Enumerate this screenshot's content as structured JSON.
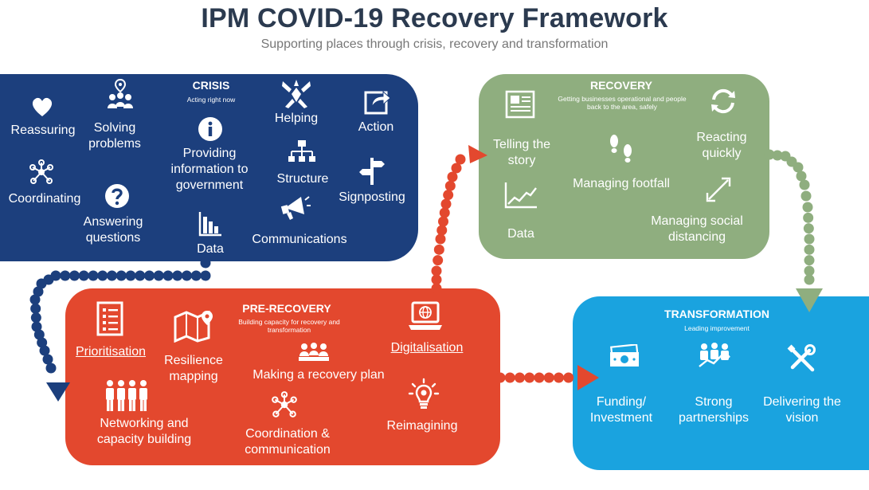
{
  "title": "IPM COVID-19 Recovery Framework",
  "subtitle": "Supporting places through crisis, recovery and transformation",
  "colors": {
    "crisis": "#1c3f7d",
    "pre_recovery": "#e3482e",
    "recovery": "#8fae7f",
    "transformation": "#1aa3df"
  },
  "crisis": {
    "heading": "CRISIS",
    "subheading": "Acting right now",
    "items": {
      "reassuring": "Reassuring",
      "solving": "Solving problems",
      "providing": "Providing information to government",
      "helping": "Helping",
      "action": "Action",
      "coordinating": "Coordinating",
      "answering": "Answering questions",
      "structure": "Structure",
      "signposting": "Signposting",
      "communications": "Communications",
      "data": "Data"
    },
    "icons": [
      "heart-icon",
      "people-pin-icon",
      "info-icon",
      "helping-hands-icon",
      "share-arrow-icon",
      "network-icon",
      "question-icon",
      "org-chart-icon",
      "signpost-icon",
      "megaphone-icon",
      "bar-chart-icon"
    ]
  },
  "pre_recovery": {
    "heading": "PRE-RECOVERY",
    "subheading": "Building capacity for recovery and transformation",
    "items": {
      "prioritisation": "Prioritisation",
      "resilience": "Resilience mapping",
      "making_plan": "Making a recovery plan",
      "digitalisation": "Digitalisation",
      "networking": "Networking and capacity building",
      "coordination": "Coordination & communication",
      "reimagining": "Reimagining"
    },
    "icons": [
      "checklist-icon",
      "map-icon",
      "meeting-icon",
      "laptop-globe-icon",
      "people-group-icon",
      "network-icon",
      "lightbulb-icon"
    ]
  },
  "recovery": {
    "heading": "RECOVERY",
    "subheading": "Getting businesses operational and people back to the area, safely",
    "items": {
      "telling": "Telling the story",
      "managing_footfall": "Managing footfall",
      "reacting": "Reacting quickly",
      "data": "Data",
      "distancing": "Managing social distancing"
    },
    "icons": [
      "newspaper-icon",
      "footprints-icon",
      "refresh-icon",
      "line-chart-icon",
      "diagonal-arrows-icon"
    ]
  },
  "transformation": {
    "heading": "TRANSFORMATION",
    "subheading": "Leading improvement",
    "items": {
      "funding": "Funding/ Investment",
      "partnerships": "Strong partnerships",
      "delivering": "Delivering the vision"
    },
    "icons": [
      "money-icon",
      "partnership-icon",
      "tools-icon"
    ]
  }
}
